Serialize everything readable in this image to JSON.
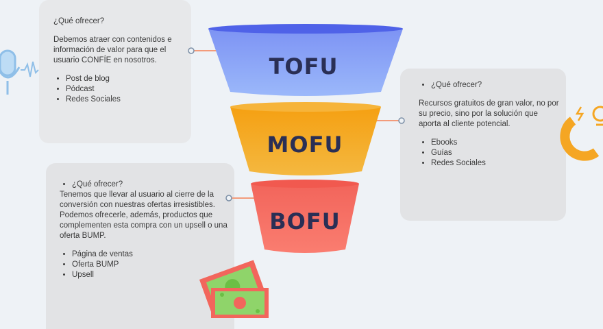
{
  "stages": {
    "tofu": {
      "label": "TOFU",
      "color": "#90aef8",
      "rim": "#4f62e8"
    },
    "mofu": {
      "label": "MOFU",
      "color": "#f2ab2a",
      "rim": "#f5a514"
    },
    "bofu": {
      "label": "BOFU",
      "color": "#f87569",
      "rim": "#f16a60"
    }
  },
  "cards": {
    "tofu": {
      "question": "¿Qué ofrecer?",
      "body": "Debemos atraer con contenidos e información de valor para que el usuario CONFÍE en nosotros.",
      "items": [
        "Post de blog",
        "Pódcast",
        "Redes Sociales"
      ]
    },
    "mofu": {
      "question": "¿Qué ofrecer?",
      "body": "Recursos gratuitos de gran valor, no  por su precio, sino por la solución que aporta al cliente potencial.",
      "items": [
        "Ebooks",
        "Guías",
        "Redes Sociales"
      ]
    },
    "bofu": {
      "question": "¿Qué ofrecer?",
      "body_lines": [
        "Tenemos que llevar al usuario al cierre de la conversión con nuestras ofertas irresistibles.",
        "Podemos ofrecerle, además, productos que complementen esta compra con un upsell o una oferta BUMP."
      ],
      "items": [
        "Página de ventas",
        "Oferta BUMP",
        "Upsell"
      ]
    }
  },
  "icons": [
    "microphone-icon",
    "magnet-icon",
    "money-bills-icon"
  ],
  "connector_color": "#f39b7a"
}
